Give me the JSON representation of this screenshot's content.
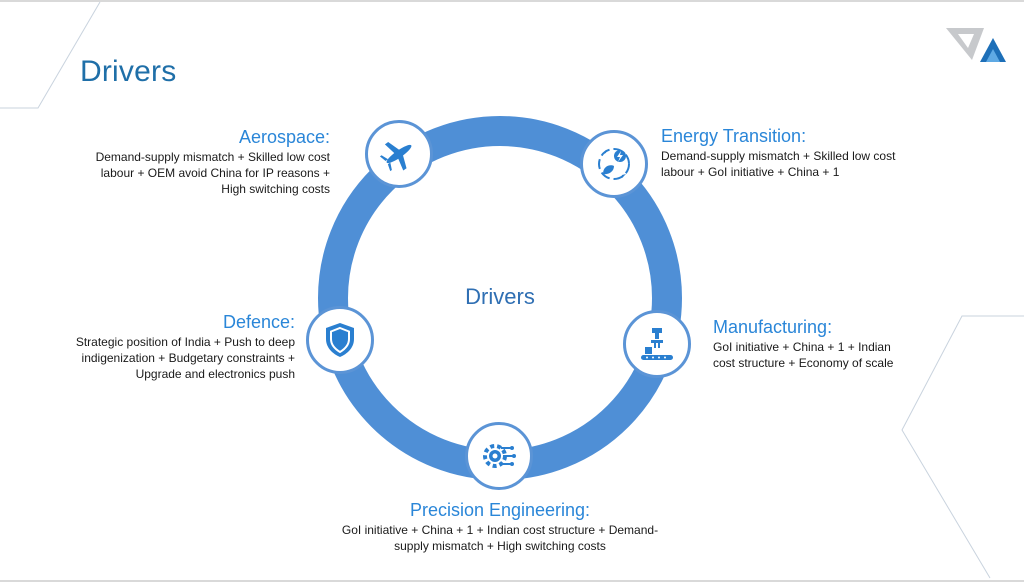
{
  "slide": {
    "title": "Drivers"
  },
  "diagram": {
    "center_label": "Drivers",
    "ring_color": "#4f8fd6",
    "heading_color": "#2a86d8",
    "nodes": [
      {
        "icon": "airplane-icon",
        "heading": "Aerospace:",
        "description": "Demand-supply mismatch + Skilled low cost labour + OEM avoid China for IP reasons + High switching costs"
      },
      {
        "icon": "energy-transition-icon",
        "heading": "Energy Transition:",
        "description": "Demand-supply mismatch + Skilled low cost labour + GoI initiative + China + 1"
      },
      {
        "icon": "robotic-arm-icon",
        "heading": "Manufacturing:",
        "description": "GoI initiative + China + 1 + Indian cost structure + Economy of scale"
      },
      {
        "icon": "circuit-gear-icon",
        "heading": "Precision Engineering:",
        "description": "GoI initiative + China + 1 + Indian cost structure + Demand-supply mismatch + High switching costs"
      },
      {
        "icon": "shield-icon",
        "heading": "Defence:",
        "description": "Strategic position of India + Push to deep indigenization + Budgetary constraints + Upgrade and electronics push"
      }
    ]
  }
}
